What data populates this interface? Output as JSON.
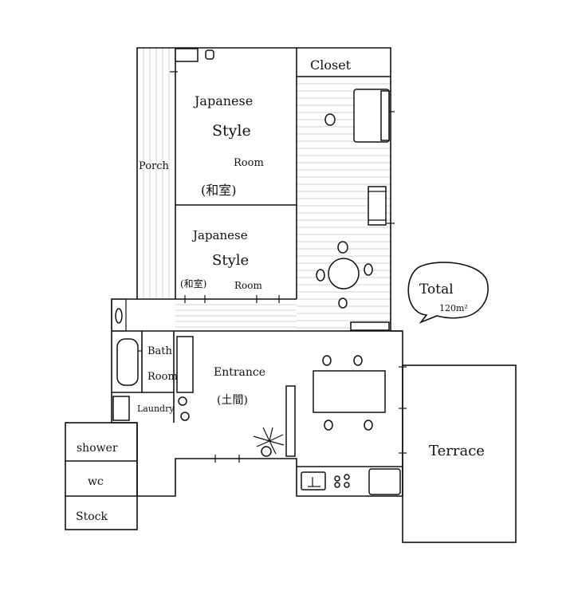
{
  "rooms": {
    "closet": "Closet",
    "porch": "Porch",
    "japanese_room_1": {
      "line1": "Japanese",
      "line2": "Style",
      "line3": "Room",
      "kanji": "(和室)"
    },
    "japanese_room_2": {
      "line1": "Japanese",
      "line2": "Style",
      "line3": "Room",
      "kanji": "(和室)"
    },
    "bath_room": {
      "line1": "Bath",
      "line2": "Room"
    },
    "laundry": "Laundry",
    "entrance": {
      "line1": "Entrance",
      "line2": "(土間)"
    },
    "shower": "shower",
    "wc": "wc",
    "stock": "Stock",
    "terrace": "Terrace"
  },
  "total_bubble": {
    "label": "Total",
    "area": "120m²"
  },
  "colors": {
    "line": "#111111",
    "floor_grain": "#d2d2d2",
    "background": "#ffffff"
  }
}
